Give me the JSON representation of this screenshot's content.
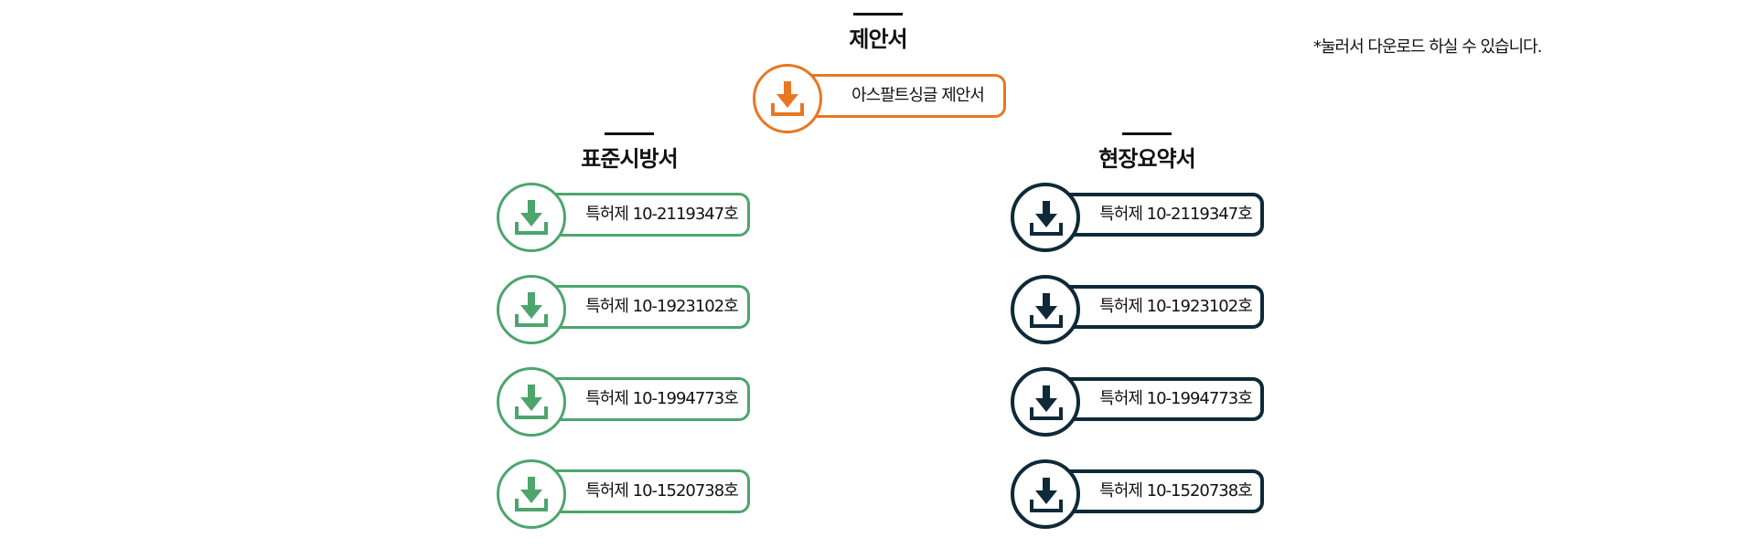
{
  "note": "*눌러서 다운로드 하실 수 있습니다.",
  "colors": {
    "proposal": "#E87722",
    "standard": "#4CA56D",
    "summary": "#0E2A38"
  },
  "proposal": {
    "title": "제안서",
    "items": [
      {
        "label": "아스팔트싱글 제안서",
        "icon": "download-icon"
      }
    ]
  },
  "standard": {
    "title": "표준시방서",
    "items": [
      {
        "label": "특허제 10-2119347호",
        "icon": "download-icon"
      },
      {
        "label": "특허제 10-1923102호",
        "icon": "download-icon"
      },
      {
        "label": "특허제 10-1994773호",
        "icon": "download-icon"
      },
      {
        "label": "특허제 10-1520738호",
        "icon": "download-icon"
      }
    ]
  },
  "summary": {
    "title": "현장요약서",
    "items": [
      {
        "label": "특허제 10-2119347호",
        "icon": "download-icon"
      },
      {
        "label": "특허제 10-1923102호",
        "icon": "download-icon"
      },
      {
        "label": "특허제 10-1994773호",
        "icon": "download-icon"
      },
      {
        "label": "특허제 10-1520738호",
        "icon": "download-icon"
      }
    ]
  }
}
